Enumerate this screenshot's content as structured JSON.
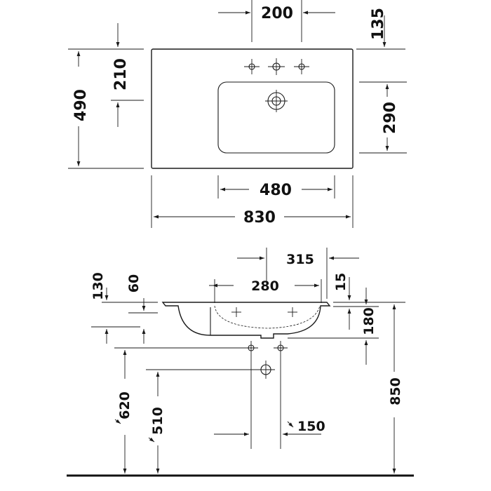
{
  "top_view": {
    "hole_spacing": "200",
    "back_to_holes": "135",
    "back_to_center": "210",
    "depth": "490",
    "bowl_depth": "290",
    "bowl_width": "480",
    "width": "830"
  },
  "side_view": {
    "bowl_offset": "315",
    "bowl_inner": "280",
    "rim_thickness": "15",
    "rim_height": "130",
    "step_height": "60",
    "bowl_height": "180",
    "supply_height": "620",
    "drain_height": "510",
    "supply_spacing": "150",
    "mounting_height": "850"
  }
}
